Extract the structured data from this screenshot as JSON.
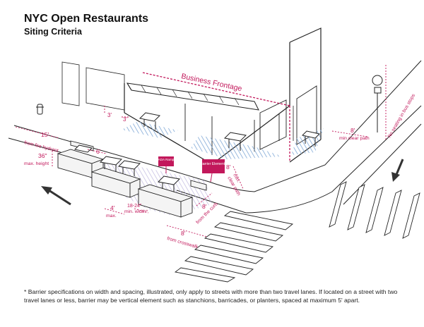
{
  "title": "NYC Open Restaurants",
  "subtitle": "Siting Criteria",
  "labels": {
    "business_frontage": "Business Frontage",
    "dim_3a": "3'",
    "dim_3b": "3'",
    "fire_hydrant_dist": "15'",
    "fire_hydrant_label": "from fire hydrant",
    "max_height_val": "36\"",
    "max_height_label": "max. height",
    "dim_6": "6'",
    "ada_ramp": "ADA Ramp",
    "barrier_elements": "Barrier Elements",
    "dim_4": "4'",
    "max": "max.",
    "width_range": "18-24\"",
    "min_width": "min. width*",
    "dim_8_curb": "8'",
    "from_curb": "from the curb",
    "dim_8_crosswalk": "8'",
    "from_crosswalk": "from crosswalk",
    "dim_8_clear": "8'",
    "min_label": "min.",
    "clear_path": "clear path",
    "dim_8_right": "8'",
    "min_clear_path_right": "min clear path",
    "bus_stop_note": "No seating in bus stops"
  },
  "footnote": "* Barrier specifications on width and spacing, illustrated, only apply to streets with more than two travel lanes. If located on a street with two travel lanes or less, barrier may be vertical element such as stanchions, barricades, or planters, spaced at maximum 5' apart.",
  "colors": {
    "accent": "#c2185b",
    "zone_blue": "#7fa8d6",
    "zone_lilac": "#c9c3e3",
    "line": "#222222"
  },
  "icons": [
    "arrow-left-icon",
    "arrow-down-icon",
    "fire-hydrant-icon",
    "no-stopping-sign-icon"
  ]
}
